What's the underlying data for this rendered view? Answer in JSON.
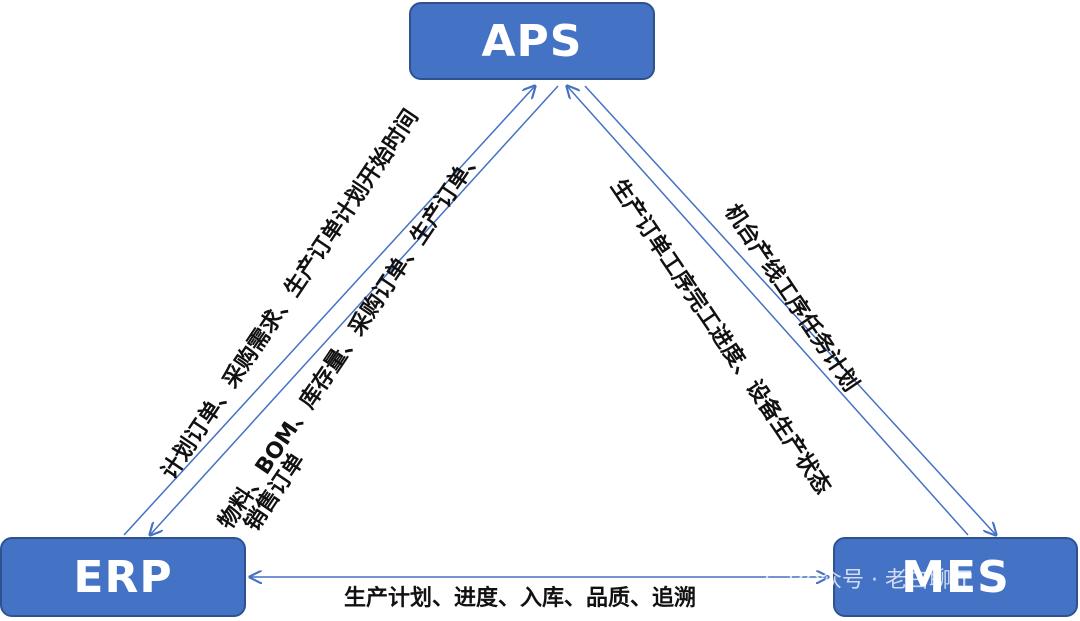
{
  "nodes": {
    "aps": "APS",
    "erp": "ERP",
    "mes": "MES"
  },
  "edges": {
    "erp_to_aps_line1": "计划订单、采购需求、生产订单计划开始时间",
    "aps_to_erp_line1": "物料、BOM、库存量、采购订单、生产订单、",
    "aps_to_erp_line2": "销售订单",
    "mes_to_aps": "生产订单工序完工进度、设备生产状态",
    "aps_to_mes": "机台产线工序任务计划",
    "erp_mes": "生产计划、进度、入库、品质、追溯"
  },
  "watermark": {
    "text": "公众号 · 老白聊IT"
  },
  "colors": {
    "node_fill": "#4472c4",
    "node_border": "#2f528f",
    "arrow": "#4472c4"
  }
}
